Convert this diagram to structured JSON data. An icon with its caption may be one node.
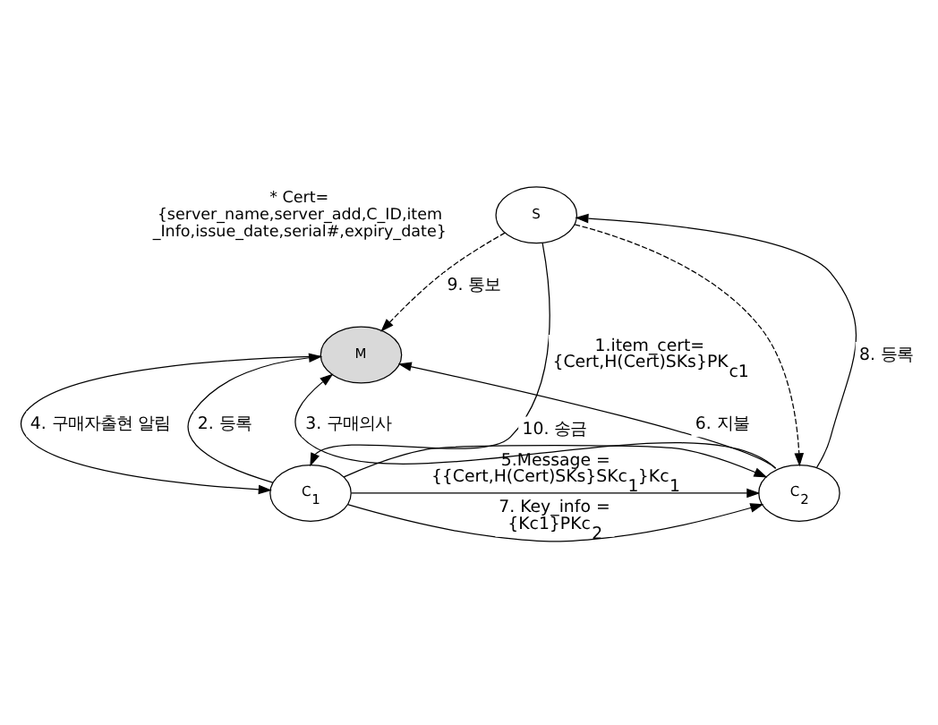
{
  "diagram": {
    "nodes": [
      {
        "text": [
          "S"
        ]
      },
      {
        "text": [
          "M"
        ]
      },
      {
        "text": [
          "C$_{1}$"
        ]
      },
      {
        "text": [
          "C$_{2}$"
        ]
      }
    ],
    "edges": [
      {
        "from": 0,
        "to": 2,
        "arrow": "to",
        "label": "1.item_cert= {Cert,H(Cert)SKs}PK$_{c1}$"
      },
      {
        "from": 2,
        "to": 1,
        "arrow": "to",
        "label": "2. 등록"
      },
      {
        "from": 3,
        "to": 1,
        "arrow": "to",
        "label": "3. 구매의사"
      },
      {
        "from": 1,
        "to": 2,
        "arrow": "to",
        "label": "4. 구매자출현 알림"
      },
      {
        "from": 2,
        "to": 3,
        "arrow": "to",
        "label": "5.Message = {{Cert,H(Cert)SKs}SKc$_{1}$}Kc$_{1}$"
      },
      {
        "from": 3,
        "to": 1,
        "arrow": "to",
        "label": "6. 지불"
      },
      {
        "from": 2,
        "to": 3,
        "arrow": "to",
        "label": "7. Key_info = {Kc1}PKc$_{2}$"
      },
      {
        "from": 3,
        "to": 0,
        "arrow": "to",
        "label": "8. 등록"
      },
      {
        "from": 0,
        "to": 1,
        "arrow": "to",
        "label": "9. 통보",
        "style": "dashed"
      },
      {
        "from": 0,
        "to": 3,
        "arrow": "to",
        "style": "dashed"
      },
      {
        "from": 2,
        "to": 3,
        "arrow": "to",
        "label": "10. 송금"
      }
    ],
    "labels": [
      "* Cert= {server_name,server_add,C_ID,item _Info,issue_date,serial#,expiry_date}"
    ]
  }
}
